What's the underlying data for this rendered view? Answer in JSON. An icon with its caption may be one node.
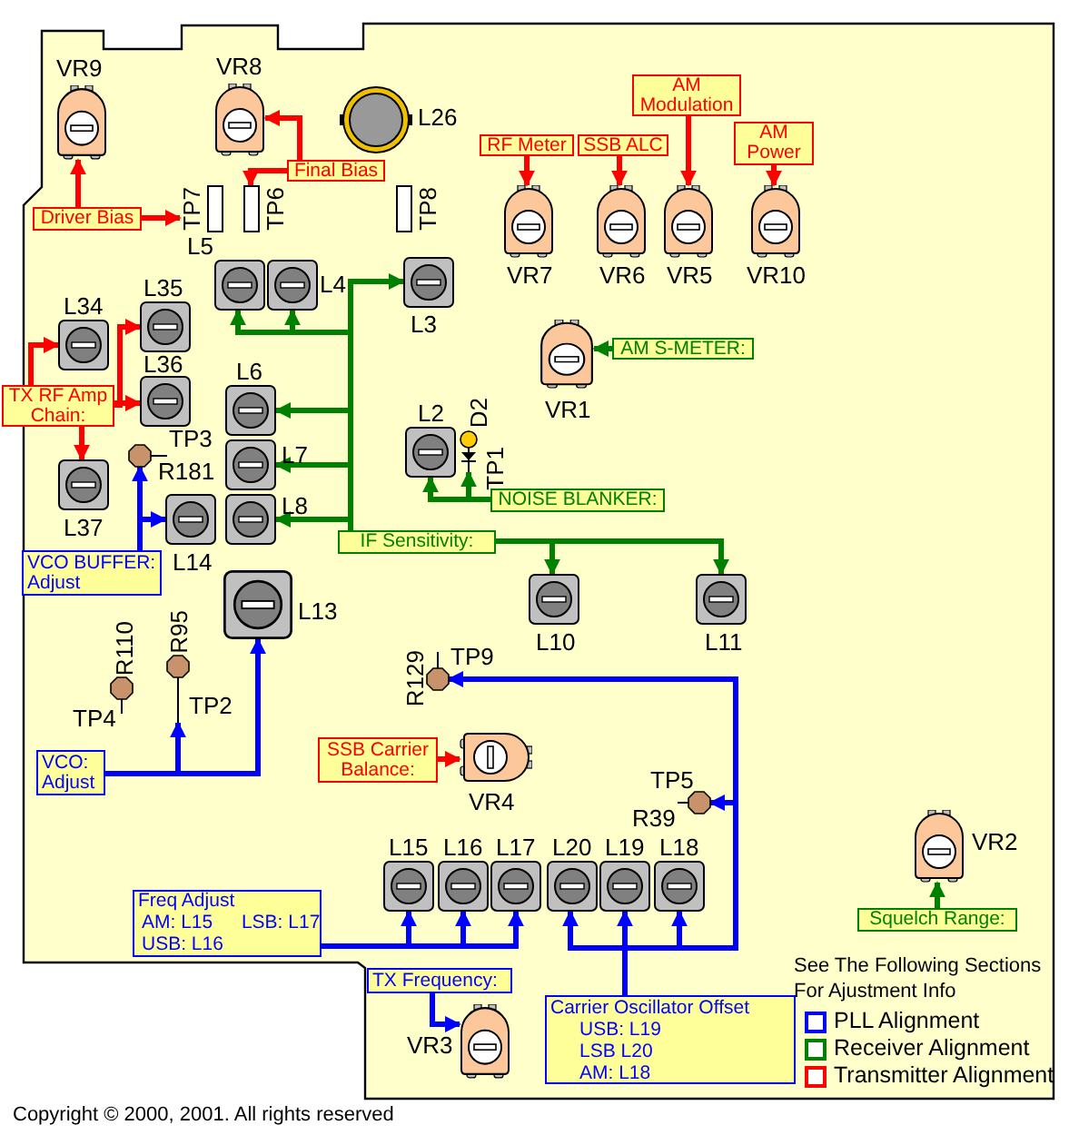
{
  "diagram": {
    "nodes": [
      {
        "text": [
          "VR9"
        ]
      },
      {
        "text": [
          "VR8"
        ]
      },
      {
        "text": [
          "L26"
        ]
      },
      {
        "text": [
          "Final Bias"
        ]
      },
      {
        "text": [
          "Driver Bias"
        ]
      },
      {
        "text": [
          "TP7"
        ]
      },
      {
        "text": [
          "TP6"
        ]
      },
      {
        "text": [
          "TP8"
        ]
      },
      {
        "text": [
          "RF Meter"
        ]
      },
      {
        "text": [
          "SSB ALC"
        ]
      },
      {
        "text": [
          "AM Modulation"
        ]
      },
      {
        "text": [
          "AM Power"
        ]
      },
      {
        "text": [
          "VR7"
        ]
      },
      {
        "text": [
          "VR6"
        ]
      },
      {
        "text": [
          "VR5"
        ]
      },
      {
        "text": [
          "VR10"
        ]
      },
      {
        "text": [
          "L5"
        ]
      },
      {
        "text": [
          "L4"
        ]
      },
      {
        "text": [
          "L3"
        ]
      },
      {
        "text": [
          "L34"
        ]
      },
      {
        "text": [
          "L35"
        ]
      },
      {
        "text": [
          "VR1"
        ]
      },
      {
        "text": [
          "AM S-METER:"
        ]
      },
      {
        "text": [
          "L36"
        ]
      },
      {
        "text": [
          "TX RF Amp Chain:"
        ]
      },
      {
        "text": [
          "L6"
        ]
      },
      {
        "text": [
          "L7"
        ]
      },
      {
        "text": [
          "L8"
        ]
      },
      {
        "text": [
          "L2"
        ]
      },
      {
        "text": [
          "D2",
          "TP1"
        ]
      },
      {
        "text": [
          "TP3",
          "R181"
        ]
      },
      {
        "text": [
          "L37"
        ]
      },
      {
        "text": [
          "L14"
        ]
      },
      {
        "text": [
          "NOISE BLANKER:"
        ]
      },
      {
        "text": [
          "IF Sensitivity:"
        ]
      },
      {
        "text": [
          "VCO BUFFER: Adjust"
        ]
      },
      {
        "text": [
          "L13"
        ]
      },
      {
        "text": [
          "L10"
        ]
      },
      {
        "text": [
          "L11"
        ]
      },
      {
        "text": [
          "R110",
          "TP4"
        ]
      },
      {
        "text": [
          "R95",
          "TP2"
        ]
      },
      {
        "text": [
          "R129",
          "TP9"
        ]
      },
      {
        "text": [
          "SSB Carrier Balance:"
        ]
      },
      {
        "text": [
          "VR4"
        ]
      },
      {
        "text": [
          "VCO: Adjust"
        ]
      },
      {
        "text": [
          "TP5",
          "R39"
        ]
      },
      {
        "text": [
          "VR2"
        ]
      },
      {
        "text": [
          "L15"
        ]
      },
      {
        "text": [
          "L16"
        ]
      },
      {
        "text": [
          "L17"
        ]
      },
      {
        "text": [
          "L20"
        ]
      },
      {
        "text": [
          "L19"
        ]
      },
      {
        "text": [
          "L18"
        ]
      },
      {
        "text": [
          "Freq Adjust",
          "AM: L15",
          "LSB: L17",
          "USB: L16"
        ]
      },
      {
        "text": [
          "Squelch Range:"
        ]
      },
      {
        "text": [
          "TX Frequency:"
        ]
      },
      {
        "text": [
          "VR3"
        ]
      },
      {
        "text": [
          "Carrier Oscillator Offset",
          "USB: L19",
          "LSB L20",
          "AM: L18"
        ]
      }
    ],
    "edges": [
      {
        "from": 4,
        "to": 0,
        "arrow": "to",
        "color": "#ff0000"
      },
      {
        "from": 4,
        "to": 5,
        "arrow": "to",
        "color": "#ff0000"
      },
      {
        "from": 3,
        "to": 1,
        "arrow": "to",
        "color": "#ff0000"
      },
      {
        "from": 3,
        "to": 6,
        "arrow": "to",
        "color": "#ff0000"
      },
      {
        "from": 8,
        "to": 12,
        "arrow": "to",
        "color": "#ff0000"
      },
      {
        "from": 9,
        "to": 13,
        "arrow": "to",
        "color": "#ff0000"
      },
      {
        "from": 10,
        "to": 14,
        "arrow": "to",
        "color": "#ff0000"
      },
      {
        "from": 11,
        "to": 15,
        "arrow": "to",
        "color": "#ff0000"
      },
      {
        "from": 34,
        "to": 18,
        "arrow": "to",
        "color": "#008000"
      },
      {
        "from": 34,
        "to": 16,
        "arrow": "to",
        "color": "#008000"
      },
      {
        "from": 34,
        "to": 17,
        "arrow": "to",
        "color": "#008000"
      },
      {
        "from": 34,
        "to": 25,
        "arrow": "to",
        "color": "#008000"
      },
      {
        "from": 34,
        "to": 26,
        "arrow": "to",
        "color": "#008000"
      },
      {
        "from": 34,
        "to": 27,
        "arrow": "to",
        "color": "#008000"
      },
      {
        "from": 34,
        "to": 37,
        "arrow": "to",
        "color": "#008000"
      },
      {
        "from": 34,
        "to": 38,
        "arrow": "to",
        "color": "#008000"
      },
      {
        "from": 33,
        "to": 28,
        "arrow": "to",
        "color": "#008000"
      },
      {
        "from": 33,
        "to": 29,
        "arrow": "to",
        "color": "#008000"
      },
      {
        "from": 22,
        "to": 21,
        "arrow": "to",
        "color": "#008000"
      },
      {
        "from": 24,
        "to": 19,
        "arrow": "to",
        "color": "#ff0000"
      },
      {
        "from": 24,
        "to": 20,
        "arrow": "to",
        "color": "#ff0000"
      },
      {
        "from": 24,
        "to": 23,
        "arrow": "to",
        "color": "#ff0000"
      },
      {
        "from": 24,
        "to": 31,
        "arrow": "to",
        "color": "#ff0000"
      },
      {
        "from": 35,
        "to": 30,
        "arrow": "to",
        "color": "#0000ff"
      },
      {
        "from": 35,
        "to": 32,
        "arrow": "to",
        "color": "#0000ff"
      },
      {
        "from": 44,
        "to": 36,
        "arrow": "to",
        "color": "#0000ff"
      },
      {
        "from": 44,
        "to": 40,
        "arrow": "to",
        "color": "#0000ff"
      },
      {
        "from": 57,
        "to": 50,
        "arrow": "to",
        "color": "#0000ff"
      },
      {
        "from": 57,
        "to": 51,
        "arrow": "to",
        "color": "#0000ff"
      },
      {
        "from": 57,
        "to": 52,
        "arrow": "to",
        "color": "#0000ff"
      },
      {
        "from": 57,
        "to": 41,
        "arrow": "to",
        "color": "#0000ff"
      },
      {
        "from": 57,
        "to": 45,
        "arrow": "to",
        "color": "#0000ff"
      },
      {
        "from": 53,
        "to": 47,
        "arrow": "to",
        "color": "#0000ff"
      },
      {
        "from": 53,
        "to": 48,
        "arrow": "to",
        "color": "#0000ff"
      },
      {
        "from": 53,
        "to": 49,
        "arrow": "to",
        "color": "#0000ff"
      },
      {
        "from": 55,
        "to": 56,
        "arrow": "to",
        "color": "#0000ff"
      },
      {
        "from": 42,
        "to": 43,
        "arrow": "to",
        "color": "#ff0000"
      },
      {
        "from": 54,
        "to": 46,
        "arrow": "to",
        "color": "#008000"
      }
    ],
    "labels": [
      "See The Following Sections For Ajustment Info",
      "Copyright © 2000, 2001. All rights reserved"
    ],
    "legend": [
      {
        "text": "PLL Alignment",
        "color": "#0000ff"
      },
      {
        "text": "Receiver Alignment",
        "color": "#008000"
      },
      {
        "text": "Transmitter Alignment",
        "color": "#ff0000"
      }
    ]
  }
}
